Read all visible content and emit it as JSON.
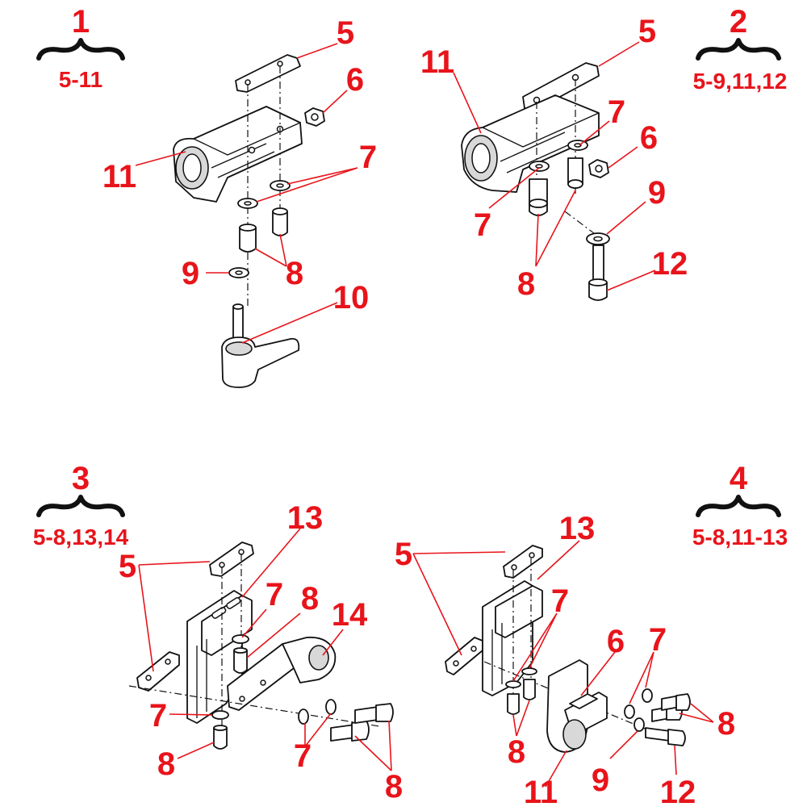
{
  "kits": [
    {
      "number": "1",
      "range": "5-11"
    },
    {
      "number": "2",
      "range": "5-9,11,12"
    },
    {
      "number": "3",
      "range": "5-8,13,14"
    },
    {
      "number": "4",
      "range": "5-8,11-13"
    }
  ],
  "callouts": {
    "k1": [
      "5",
      "6",
      "11",
      "7",
      "9",
      "8",
      "10"
    ],
    "k2": [
      "11",
      "5",
      "7",
      "6",
      "7",
      "9",
      "8",
      "12"
    ],
    "k3": [
      "13",
      "5",
      "7",
      "8",
      "14",
      "7",
      "8",
      "7",
      "8"
    ],
    "k4": [
      "13",
      "5",
      "7",
      "6",
      "7",
      "8",
      "8",
      "11",
      "9",
      "12"
    ]
  },
  "colors": {
    "label": "#e8141b",
    "line": "#111111",
    "background": "#ffffff"
  }
}
